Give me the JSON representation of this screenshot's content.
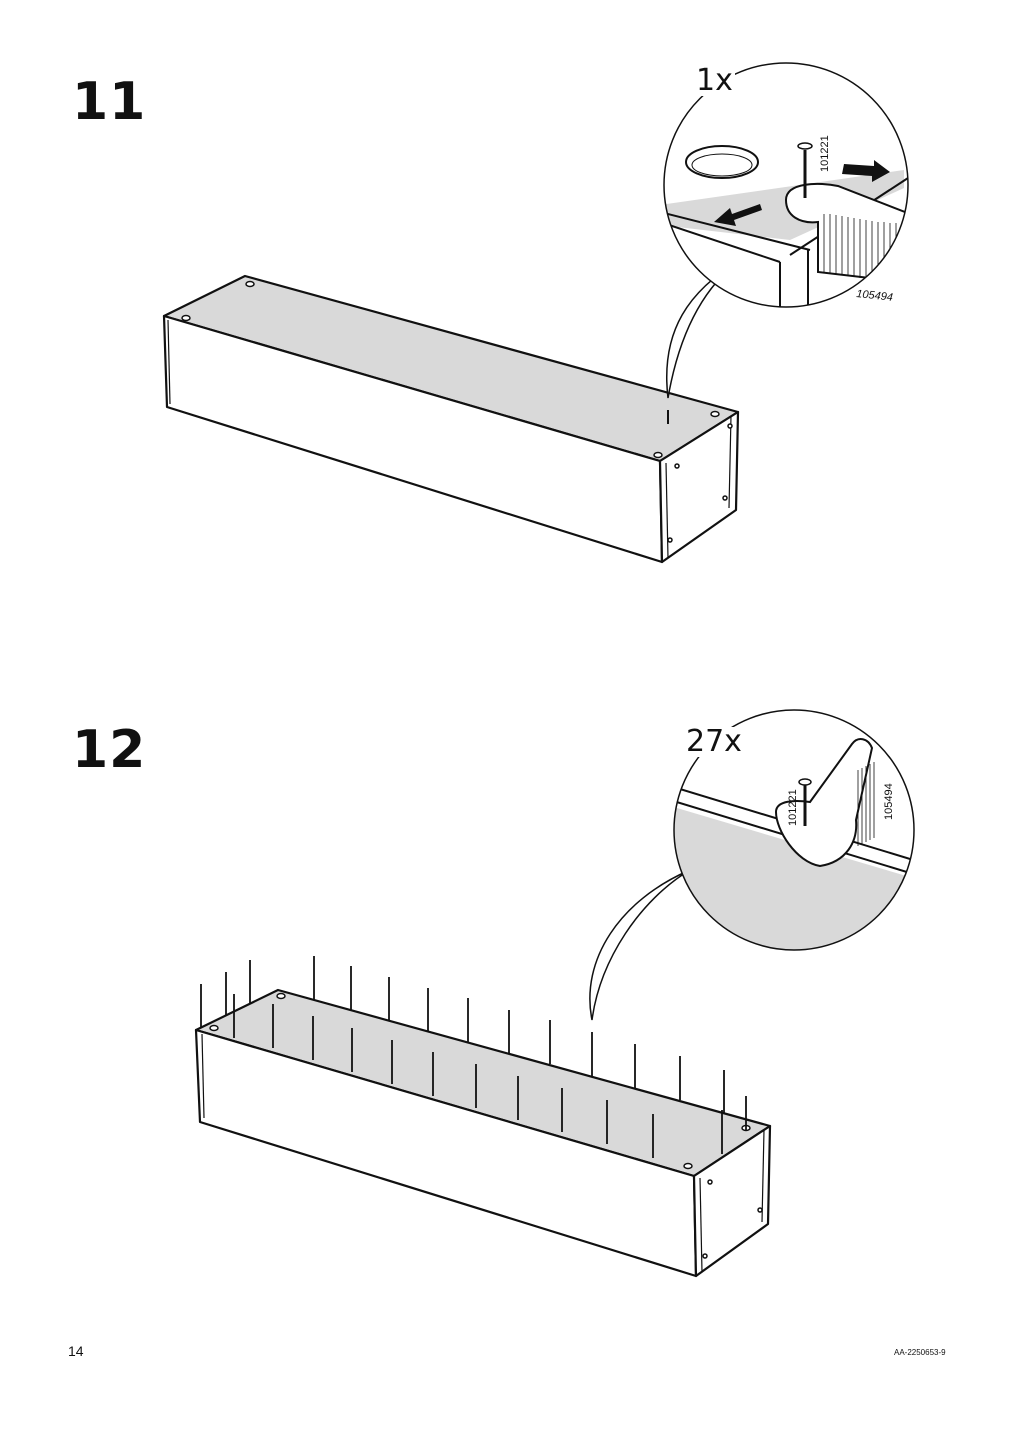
{
  "steps": [
    {
      "number": "11",
      "quantity": "1x",
      "parts": {
        "nail": "101221",
        "tool": "105494"
      }
    },
    {
      "number": "12",
      "quantity": "27x",
      "parts": {
        "nail": "101221",
        "tool": "105494"
      }
    }
  ],
  "footer": {
    "page_number": "14",
    "document_code": "AA-2250653-9"
  },
  "colors": {
    "panel_fill": "#d9d9d9",
    "line": "#111111",
    "background": "#ffffff"
  }
}
